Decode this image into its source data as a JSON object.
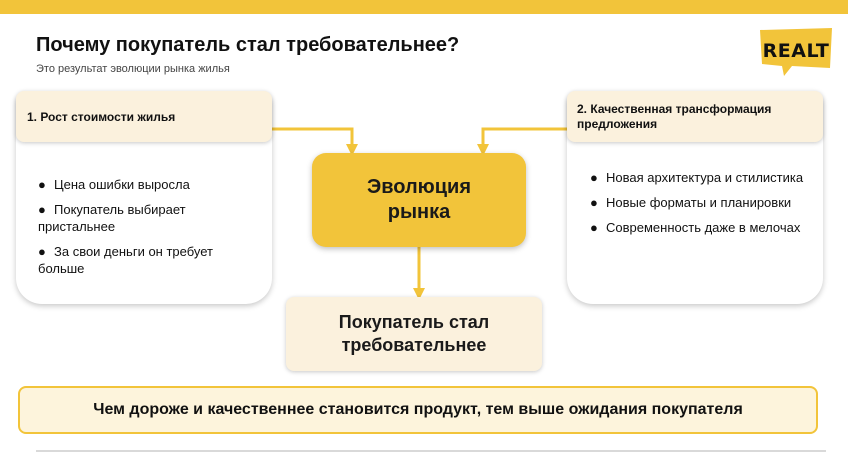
{
  "header": {
    "title": "Почему покупатель стал требовательнее?",
    "subtitle": "Это результат эволюции рынка жилья"
  },
  "logo": {
    "text": "REALT"
  },
  "left_card": {
    "heading": "1. Рост стоимости жилья",
    "bullets": [
      "Цена ошибки выросла",
      "Покупатель выбирает пристальнее",
      "За свои деньги он требует больше"
    ]
  },
  "right_card": {
    "heading": "2. Качественная трансформация предложения",
    "bullets": [
      "Новая архитектура и стилистика",
      "Новые форматы и планировки",
      "Современность даже в мелочах"
    ]
  },
  "center": {
    "label": "Эволюция рынка"
  },
  "result": {
    "label": "Покупатель стал требовательнее"
  },
  "banner": {
    "text": "Чем дороже и качественнее становится продукт, тем выше ожидания покупателя"
  },
  "colors": {
    "accent": "#f2c43a",
    "cream": "#fbf1dd",
    "text": "#111111"
  },
  "bullet_symbol": "●"
}
